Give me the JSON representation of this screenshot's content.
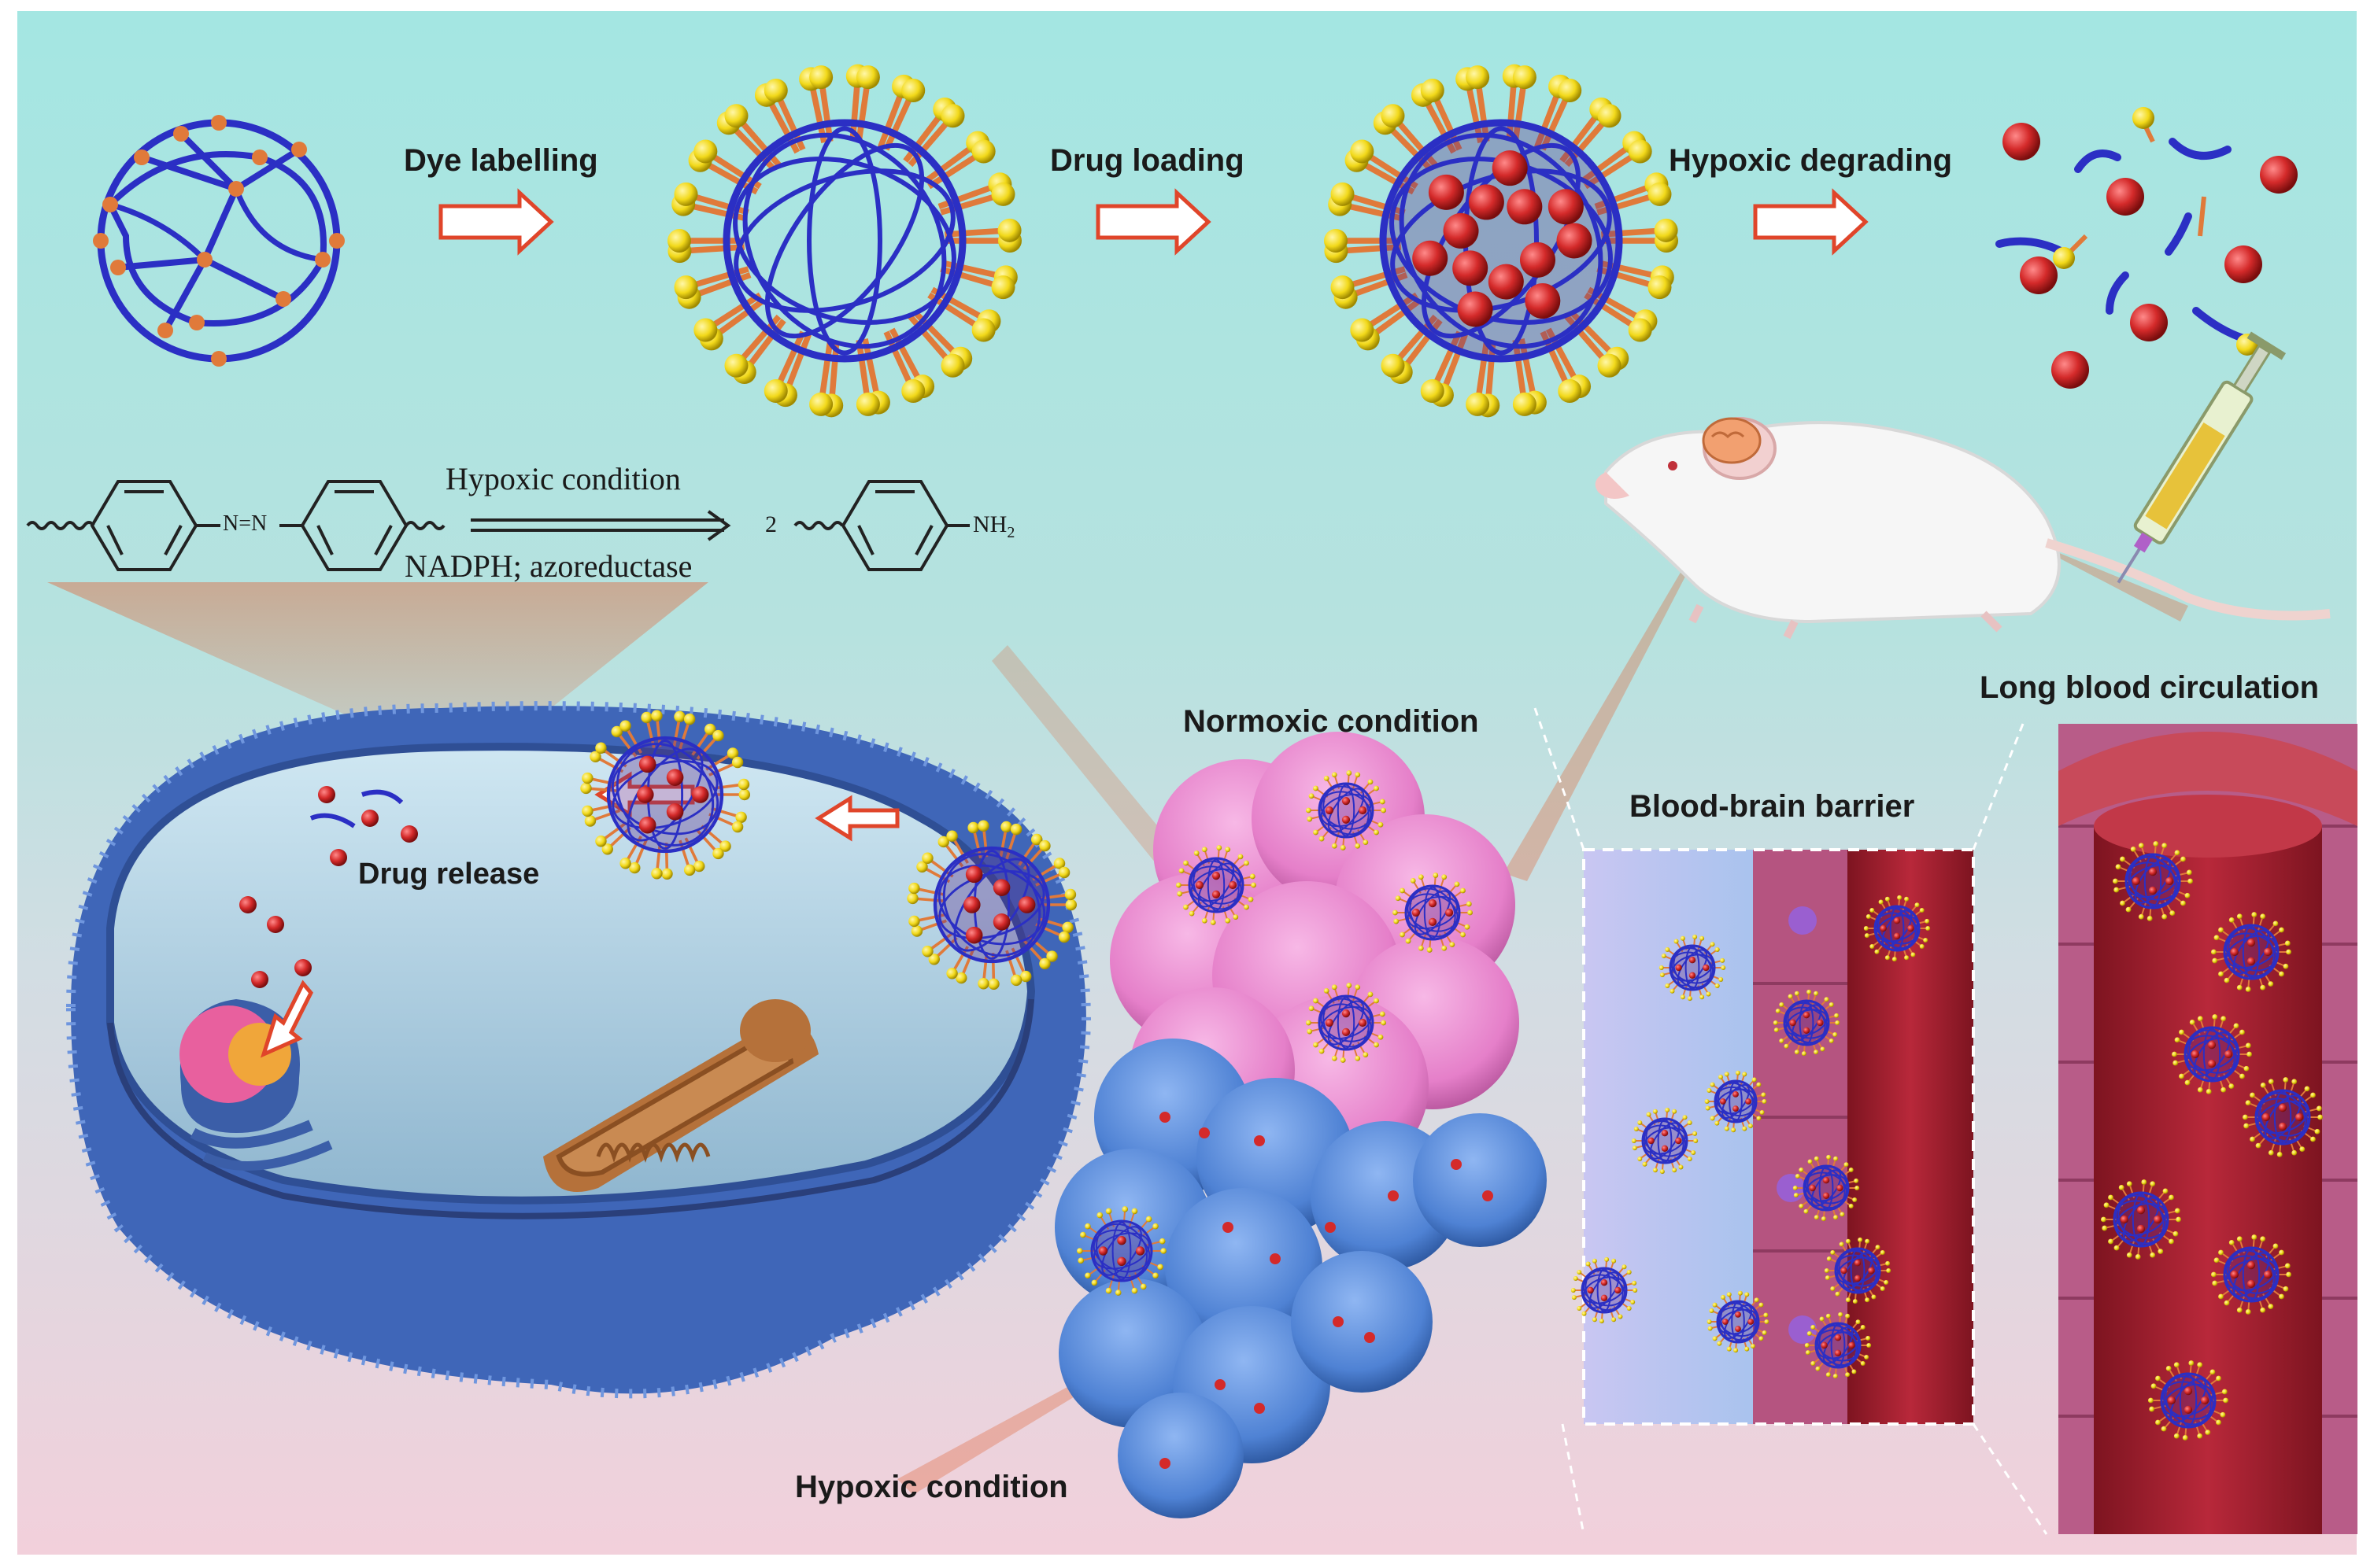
{
  "steps": {
    "dye_labelling": "Dye labelling",
    "drug_loading": "Drug loading",
    "hypoxic_degrading": "Hypoxic degrading"
  },
  "reaction": {
    "condition_top": "Hypoxic condition",
    "condition_bottom": "NADPH; azoreductase",
    "coefficient": "2",
    "product_group": "NH",
    "product_subscript": "2",
    "azo_group": "N=N"
  },
  "cell": {
    "drug_release": "Drug release"
  },
  "tumor": {
    "normoxic": "Normoxic condition",
    "hypoxic": "Hypoxic condition"
  },
  "vessels": {
    "bbb": "Blood-brain barrier",
    "circulation": "Long blood circulation"
  },
  "colors": {
    "framework": "#2b2fc4",
    "node": "#e07a3a",
    "dye": "#f2d91a",
    "drug": "#d42a2a",
    "arrow": "#e0452a",
    "membrane": "#4a74c9",
    "normoxic_tumor": "#e57fc9",
    "hypoxic_tumor": "#4f82d4",
    "vessel": "#b8283a"
  }
}
